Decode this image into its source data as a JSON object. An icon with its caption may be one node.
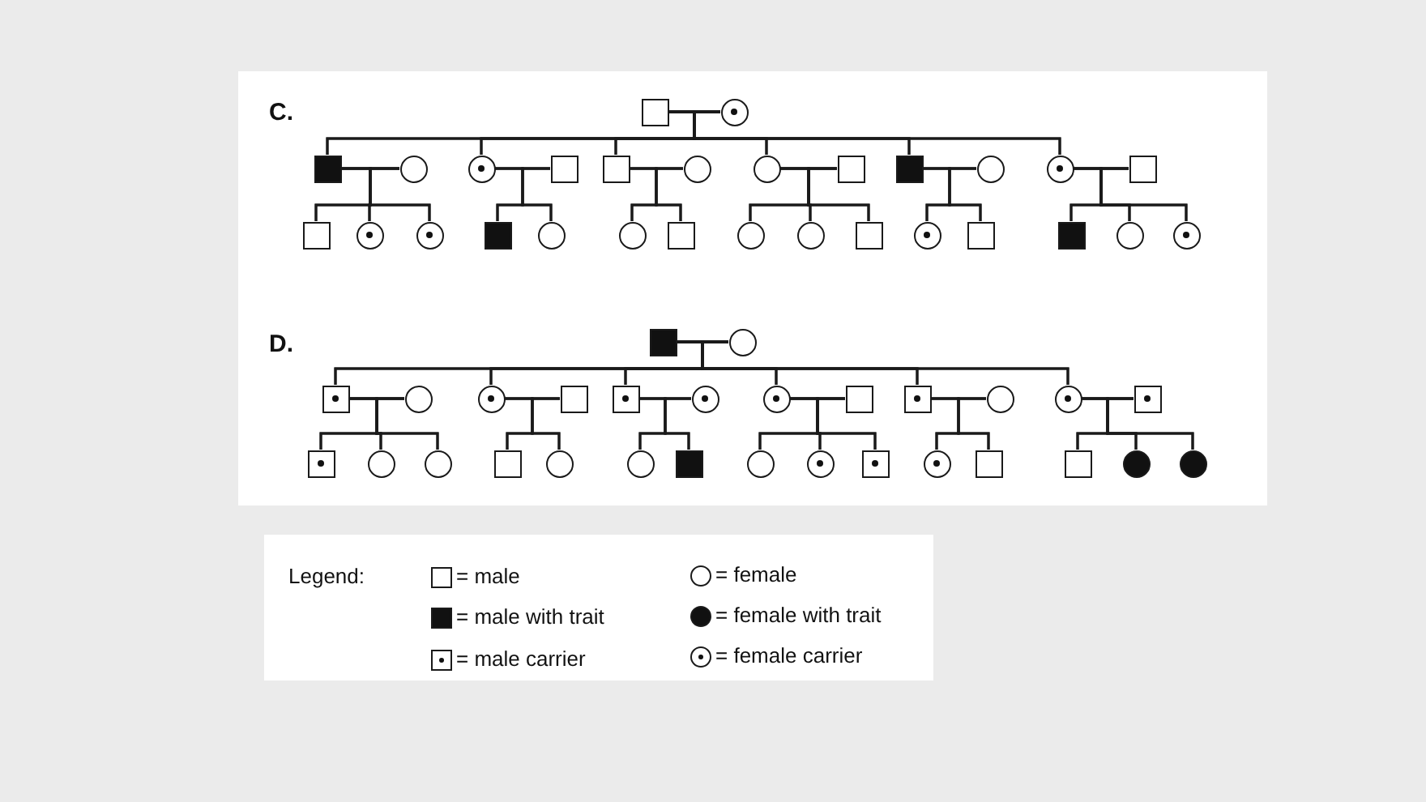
{
  "diagram": {
    "nodes": [
      {
        "text": [],
        "shape": "square"
      },
      {
        "text": [],
        "shape": "dotted-circle"
      },
      {
        "text": [],
        "shape": "filled-square"
      },
      {
        "text": [],
        "shape": "circle"
      },
      {
        "text": [],
        "shape": "dotted-circle"
      },
      {
        "text": [],
        "shape": "square"
      },
      {
        "text": [],
        "shape": "square"
      },
      {
        "text": [],
        "shape": "circle"
      },
      {
        "text": [],
        "shape": "circle"
      },
      {
        "text": [],
        "shape": "square"
      },
      {
        "text": [],
        "shape": "filled-square"
      },
      {
        "text": [],
        "shape": "circle"
      },
      {
        "text": [],
        "shape": "dotted-circle"
      },
      {
        "text": [],
        "shape": "square"
      },
      {
        "text": [],
        "shape": "square"
      },
      {
        "text": [],
        "shape": "dotted-circle"
      },
      {
        "text": [],
        "shape": "dotted-circle"
      },
      {
        "text": [],
        "shape": "filled-square"
      },
      {
        "text": [],
        "shape": "circle"
      },
      {
        "text": [],
        "shape": "circle"
      },
      {
        "text": [],
        "shape": "square"
      },
      {
        "text": [],
        "shape": "circle"
      },
      {
        "text": [],
        "shape": "circle"
      },
      {
        "text": [],
        "shape": "square"
      },
      {
        "text": [],
        "shape": "dotted-circle"
      },
      {
        "text": [],
        "shape": "square"
      },
      {
        "text": [],
        "shape": "filled-square"
      },
      {
        "text": [],
        "shape": "circle"
      },
      {
        "text": [],
        "shape": "dotted-circle"
      },
      {
        "text": [],
        "shape": "filled-square"
      },
      {
        "text": [],
        "shape": "circle"
      },
      {
        "text": [],
        "shape": "dotted-square"
      },
      {
        "text": [],
        "shape": "circle"
      },
      {
        "text": [],
        "shape": "dotted-circle"
      },
      {
        "text": [],
        "shape": "square"
      },
      {
        "text": [],
        "shape": "dotted-square"
      },
      {
        "text": [],
        "shape": "dotted-circle"
      },
      {
        "text": [],
        "shape": "dotted-circle"
      },
      {
        "text": [],
        "shape": "square"
      },
      {
        "text": [],
        "shape": "dotted-square"
      },
      {
        "text": [],
        "shape": "circle"
      },
      {
        "text": [],
        "shape": "dotted-circle"
      },
      {
        "text": [],
        "shape": "dotted-square"
      },
      {
        "text": [],
        "shape": "dotted-square"
      },
      {
        "text": [],
        "shape": "circle"
      },
      {
        "text": [],
        "shape": "circle"
      },
      {
        "text": [],
        "shape": "square"
      },
      {
        "text": [],
        "shape": "circle"
      },
      {
        "text": [],
        "shape": "circle"
      },
      {
        "text": [],
        "shape": "filled-square"
      },
      {
        "text": [],
        "shape": "circle"
      },
      {
        "text": [],
        "shape": "dotted-circle"
      },
      {
        "text": [],
        "shape": "dotted-square"
      },
      {
        "text": [],
        "shape": "dotted-circle"
      },
      {
        "text": [],
        "shape": "square"
      },
      {
        "text": [],
        "shape": "square"
      },
      {
        "text": [],
        "shape": "filled-circle"
      },
      {
        "text": [],
        "shape": "filled-circle"
      }
    ],
    "edges": [
      {
        "from": 0,
        "to": 1,
        "arrow": "none"
      },
      {
        "from": 0,
        "to": 2,
        "arrow": "none"
      },
      {
        "from": 0,
        "to": 4,
        "arrow": "none"
      },
      {
        "from": 0,
        "to": 6,
        "arrow": "none"
      },
      {
        "from": 0,
        "to": 8,
        "arrow": "none"
      },
      {
        "from": 0,
        "to": 10,
        "arrow": "none"
      },
      {
        "from": 0,
        "to": 12,
        "arrow": "none"
      },
      {
        "from": 1,
        "to": 2,
        "arrow": "none"
      },
      {
        "from": 1,
        "to": 4,
        "arrow": "none"
      },
      {
        "from": 1,
        "to": 6,
        "arrow": "none"
      },
      {
        "from": 1,
        "to": 8,
        "arrow": "none"
      },
      {
        "from": 1,
        "to": 10,
        "arrow": "none"
      },
      {
        "from": 1,
        "to": 12,
        "arrow": "none"
      },
      {
        "from": 2,
        "to": 3,
        "arrow": "none"
      },
      {
        "from": 2,
        "to": 14,
        "arrow": "none"
      },
      {
        "from": 2,
        "to": 15,
        "arrow": "none"
      },
      {
        "from": 2,
        "to": 16,
        "arrow": "none"
      },
      {
        "from": 3,
        "to": 14,
        "arrow": "none"
      },
      {
        "from": 3,
        "to": 15,
        "arrow": "none"
      },
      {
        "from": 3,
        "to": 16,
        "arrow": "none"
      },
      {
        "from": 4,
        "to": 5,
        "arrow": "none"
      },
      {
        "from": 4,
        "to": 17,
        "arrow": "none"
      },
      {
        "from": 4,
        "to": 18,
        "arrow": "none"
      },
      {
        "from": 5,
        "to": 17,
        "arrow": "none"
      },
      {
        "from": 5,
        "to": 18,
        "arrow": "none"
      },
      {
        "from": 6,
        "to": 7,
        "arrow": "none"
      },
      {
        "from": 6,
        "to": 19,
        "arrow": "none"
      },
      {
        "from": 6,
        "to": 20,
        "arrow": "none"
      },
      {
        "from": 7,
        "to": 19,
        "arrow": "none"
      },
      {
        "from": 7,
        "to": 20,
        "arrow": "none"
      },
      {
        "from": 8,
        "to": 9,
        "arrow": "none"
      },
      {
        "from": 8,
        "to": 21,
        "arrow": "none"
      },
      {
        "from": 8,
        "to": 22,
        "arrow": "none"
      },
      {
        "from": 8,
        "to": 23,
        "arrow": "none"
      },
      {
        "from": 9,
        "to": 21,
        "arrow": "none"
      },
      {
        "from": 9,
        "to": 22,
        "arrow": "none"
      },
      {
        "from": 9,
        "to": 23,
        "arrow": "none"
      },
      {
        "from": 10,
        "to": 11,
        "arrow": "none"
      },
      {
        "from": 10,
        "to": 24,
        "arrow": "none"
      },
      {
        "from": 10,
        "to": 25,
        "arrow": "none"
      },
      {
        "from": 11,
        "to": 24,
        "arrow": "none"
      },
      {
        "from": 11,
        "to": 25,
        "arrow": "none"
      },
      {
        "from": 12,
        "to": 13,
        "arrow": "none"
      },
      {
        "from": 12,
        "to": 26,
        "arrow": "none"
      },
      {
        "from": 12,
        "to": 27,
        "arrow": "none"
      },
      {
        "from": 12,
        "to": 28,
        "arrow": "none"
      },
      {
        "from": 13,
        "to": 26,
        "arrow": "none"
      },
      {
        "from": 13,
        "to": 27,
        "arrow": "none"
      },
      {
        "from": 13,
        "to": 28,
        "arrow": "none"
      },
      {
        "from": 29,
        "to": 30,
        "arrow": "none"
      },
      {
        "from": 29,
        "to": 31,
        "arrow": "none"
      },
      {
        "from": 29,
        "to": 33,
        "arrow": "none"
      },
      {
        "from": 29,
        "to": 35,
        "arrow": "none"
      },
      {
        "from": 29,
        "to": 37,
        "arrow": "none"
      },
      {
        "from": 29,
        "to": 39,
        "arrow": "none"
      },
      {
        "from": 29,
        "to": 41,
        "arrow": "none"
      },
      {
        "from": 30,
        "to": 31,
        "arrow": "none"
      },
      {
        "from": 30,
        "to": 33,
        "arrow": "none"
      },
      {
        "from": 30,
        "to": 35,
        "arrow": "none"
      },
      {
        "from": 30,
        "to": 37,
        "arrow": "none"
      },
      {
        "from": 30,
        "to": 39,
        "arrow": "none"
      },
      {
        "from": 30,
        "to": 41,
        "arrow": "none"
      },
      {
        "from": 31,
        "to": 32,
        "arrow": "none"
      },
      {
        "from": 31,
        "to": 43,
        "arrow": "none"
      },
      {
        "from": 31,
        "to": 44,
        "arrow": "none"
      },
      {
        "from": 31,
        "to": 45,
        "arrow": "none"
      },
      {
        "from": 32,
        "to": 43,
        "arrow": "none"
      },
      {
        "from": 32,
        "to": 44,
        "arrow": "none"
      },
      {
        "from": 32,
        "to": 45,
        "arrow": "none"
      },
      {
        "from": 33,
        "to": 34,
        "arrow": "none"
      },
      {
        "from": 33,
        "to": 46,
        "arrow": "none"
      },
      {
        "from": 33,
        "to": 47,
        "arrow": "none"
      },
      {
        "from": 34,
        "to": 46,
        "arrow": "none"
      },
      {
        "from": 34,
        "to": 47,
        "arrow": "none"
      },
      {
        "from": 35,
        "to": 36,
        "arrow": "none"
      },
      {
        "from": 35,
        "to": 48,
        "arrow": "none"
      },
      {
        "from": 35,
        "to": 49,
        "arrow": "none"
      },
      {
        "from": 36,
        "to": 48,
        "arrow": "none"
      },
      {
        "from": 36,
        "to": 49,
        "arrow": "none"
      },
      {
        "from": 37,
        "to": 38,
        "arrow": "none"
      },
      {
        "from": 37,
        "to": 50,
        "arrow": "none"
      },
      {
        "from": 37,
        "to": 51,
        "arrow": "none"
      },
      {
        "from": 37,
        "to": 52,
        "arrow": "none"
      },
      {
        "from": 38,
        "to": 50,
        "arrow": "none"
      },
      {
        "from": 38,
        "to": 51,
        "arrow": "none"
      },
      {
        "from": 38,
        "to": 52,
        "arrow": "none"
      },
      {
        "from": 39,
        "to": 40,
        "arrow": "none"
      },
      {
        "from": 39,
        "to": 53,
        "arrow": "none"
      },
      {
        "from": 39,
        "to": 54,
        "arrow": "none"
      },
      {
        "from": 40,
        "to": 53,
        "arrow": "none"
      },
      {
        "from": 40,
        "to": 54,
        "arrow": "none"
      },
      {
        "from": 41,
        "to": 42,
        "arrow": "none"
      },
      {
        "from": 41,
        "to": 55,
        "arrow": "none"
      },
      {
        "from": 41,
        "to": 56,
        "arrow": "none"
      },
      {
        "from": 41,
        "to": 57,
        "arrow": "none"
      },
      {
        "from": 42,
        "to": 55,
        "arrow": "none"
      },
      {
        "from": 42,
        "to": 56,
        "arrow": "none"
      },
      {
        "from": 42,
        "to": 57,
        "arrow": "none"
      }
    ],
    "labels": [
      "C.",
      "D.",
      "Legend:"
    ],
    "legend": [
      {
        "text": "= male"
      },
      {
        "text": "= female"
      },
      {
        "text": "= male with trait"
      },
      {
        "text": "= female with trait"
      },
      {
        "text": "= male carrier"
      },
      {
        "text": "= female carrier"
      }
    ]
  }
}
